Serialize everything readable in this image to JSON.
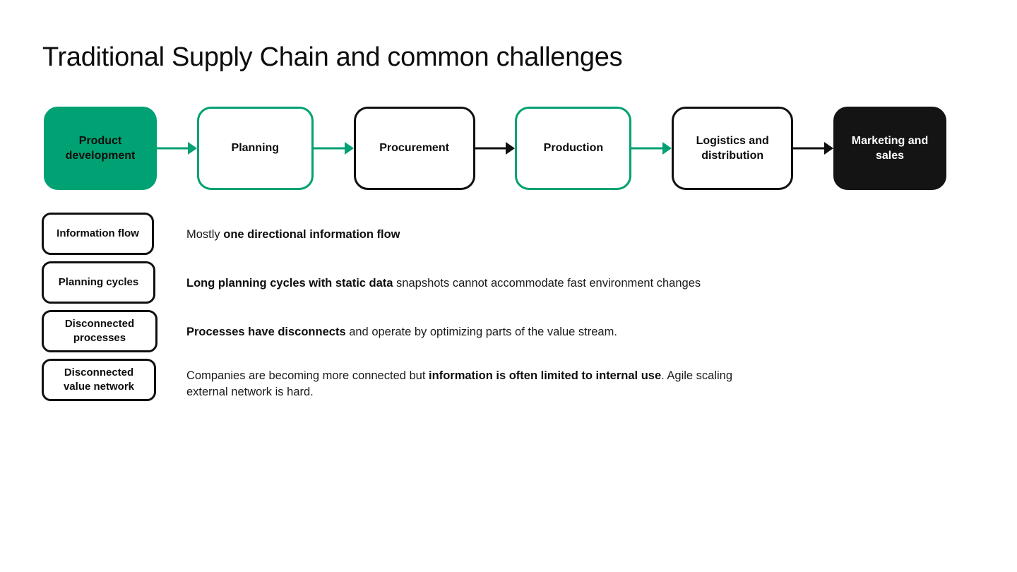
{
  "page": {
    "title": "Traditional Supply Chain and common challenges",
    "background": "#ffffff"
  },
  "colors": {
    "accent_green": "#00a172",
    "black": "#141414",
    "text": "#0d0d0d",
    "white": "#ffffff"
  },
  "chain": {
    "nodes": [
      {
        "label": "Product development",
        "style": "fill-green"
      },
      {
        "label": "Planning",
        "style": "outline-green"
      },
      {
        "label": "Procurement",
        "style": "outline-black"
      },
      {
        "label": "Production",
        "style": "outline-green"
      },
      {
        "label": "Logistics and distribution",
        "style": "outline-black"
      },
      {
        "label": "Marketing and sales",
        "style": "fill-black"
      }
    ],
    "arrows": [
      {
        "from": "Product development",
        "to": "Planning",
        "color": "green"
      },
      {
        "from": "Planning",
        "to": "Procurement",
        "color": "green"
      },
      {
        "from": "Procurement",
        "to": "Production",
        "color": "black"
      },
      {
        "from": "Production",
        "to": "Logistics and distribution",
        "color": "green"
      },
      {
        "from": "Logistics and distribution",
        "to": "Marketing and sales",
        "color": "black"
      }
    ]
  },
  "challenges": [
    {
      "pill": "Information flow",
      "text_parts": [
        {
          "text": "Mostly ",
          "bold": false
        },
        {
          "text": "one directional information flow",
          "bold": true
        }
      ]
    },
    {
      "pill": "Planning cycles",
      "text_parts": [
        {
          "text": "Long planning cycles with static data",
          "bold": true
        },
        {
          "text": " snapshots cannot accommodate fast environment changes",
          "bold": false
        }
      ]
    },
    {
      "pill": "Disconnected processes",
      "text_parts": [
        {
          "text": "Processes have disconnects",
          "bold": true
        },
        {
          "text": " and operate by optimizing parts of the value stream.",
          "bold": false
        }
      ]
    },
    {
      "pill": "Disconnected value network",
      "text_parts": [
        {
          "text": "Companies are becoming more connected but ",
          "bold": false
        },
        {
          "text": "information is often limited to internal use",
          "bold": true
        },
        {
          "text": ". Agile scaling external network is hard.",
          "bold": false
        }
      ]
    }
  ]
}
